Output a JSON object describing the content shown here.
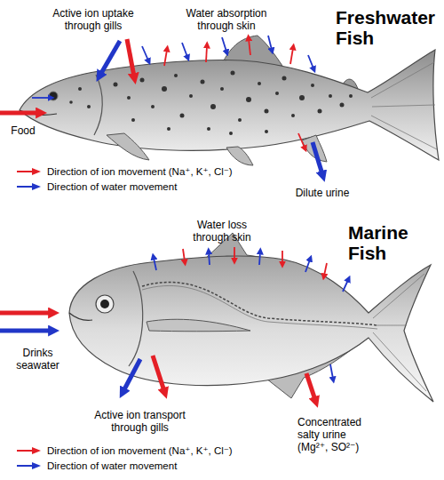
{
  "diagram": {
    "labels": [
      "Active ion uptake through gills",
      "Water absorption through skin",
      "Freshwater Fish",
      "Food",
      "Dilute urine",
      "Water loss through skin",
      "Marine Fish",
      "Drinks seawater",
      "Active ion transport through gills",
      "Concentrated salty urine (Mg²⁺, SO²⁻)"
    ],
    "legend": [
      {
        "text": "Direction of ion movement (Na⁺, K⁺, Cl⁻)"
      },
      {
        "text": "Direction of water movement"
      },
      {
        "text": "Direction of ion movement (Na⁺, K⁺, Cl⁻)"
      },
      {
        "text": "Direction of water movement"
      }
    ]
  }
}
